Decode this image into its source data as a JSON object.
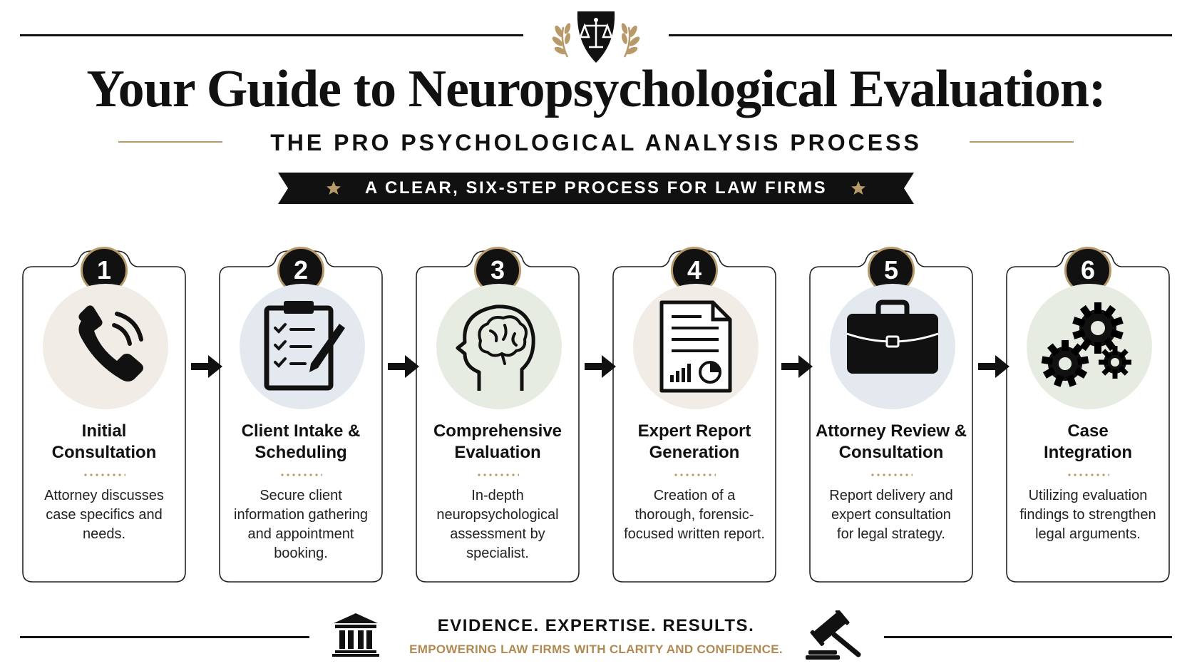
{
  "header": {
    "title": "Your Guide to Neuropsychological Evaluation:",
    "subtitle": "THE PRO PSYCHOLOGICAL ANALYSIS PROCESS",
    "banner": "A CLEAR, SIX-STEP PROCESS FOR LAW FIRMS",
    "crest_icon": "scales-of-justice-shield-icon"
  },
  "steps": [
    {
      "number": "1",
      "title_line1": "Initial",
      "title_line2": "Consultation",
      "desc_line1": "Attorney discusses",
      "desc_line2": "case specifics and",
      "desc_line3": "needs.",
      "desc_line4": "",
      "icon": "phone-icon",
      "circle_color": "#f1ede6"
    },
    {
      "number": "2",
      "title_line1": "Client Intake &",
      "title_line2": "Scheduling",
      "desc_line1": "Secure client",
      "desc_line2": "information gathering",
      "desc_line3": "and appointment",
      "desc_line4": "booking.",
      "icon": "clipboard-checklist-icon",
      "circle_color": "#e3e9ef"
    },
    {
      "number": "3",
      "title_line1": "Comprehensive",
      "title_line2": "Evaluation",
      "desc_line1": "In-depth",
      "desc_line2": "neuropsychological",
      "desc_line3": "assessment by",
      "desc_line4": "specialist.",
      "icon": "brain-head-icon",
      "circle_color": "#e7ece2"
    },
    {
      "number": "4",
      "title_line1": "Expert Report",
      "title_line2": "Generation",
      "desc_line1": "Creation of a",
      "desc_line2": "thorough, forensic-",
      "desc_line3": "focused written report.",
      "desc_line4": "",
      "icon": "report-document-icon",
      "circle_color": "#f1ede6"
    },
    {
      "number": "5",
      "title_line1": "Attorney Review &",
      "title_line2": "Consultation",
      "desc_line1": "Report delivery and",
      "desc_line2": "expert consultation",
      "desc_line3": "for legal strategy.",
      "desc_line4": "",
      "icon": "briefcase-icon",
      "circle_color": "#e3e9ef"
    },
    {
      "number": "6",
      "title_line1": "Case",
      "title_line2": "Integration",
      "desc_line1": "Utilizing evaluation",
      "desc_line2": "findings to strengthen",
      "desc_line3": "legal arguments.",
      "desc_line4": "",
      "icon": "gears-icon",
      "circle_color": "#e7ece2"
    }
  ],
  "footer": {
    "tagline": "EVIDENCE. EXPERTISE. RESULTS.",
    "subline": "EMPOWERING LAW FIRMS WITH CLARITY AND CONFIDENCE.",
    "left_icon": "courthouse-icon",
    "right_icon": "gavel-icon"
  },
  "colors": {
    "gold": "#b89a6a",
    "ink": "#111111",
    "subline": "#b08a52"
  }
}
